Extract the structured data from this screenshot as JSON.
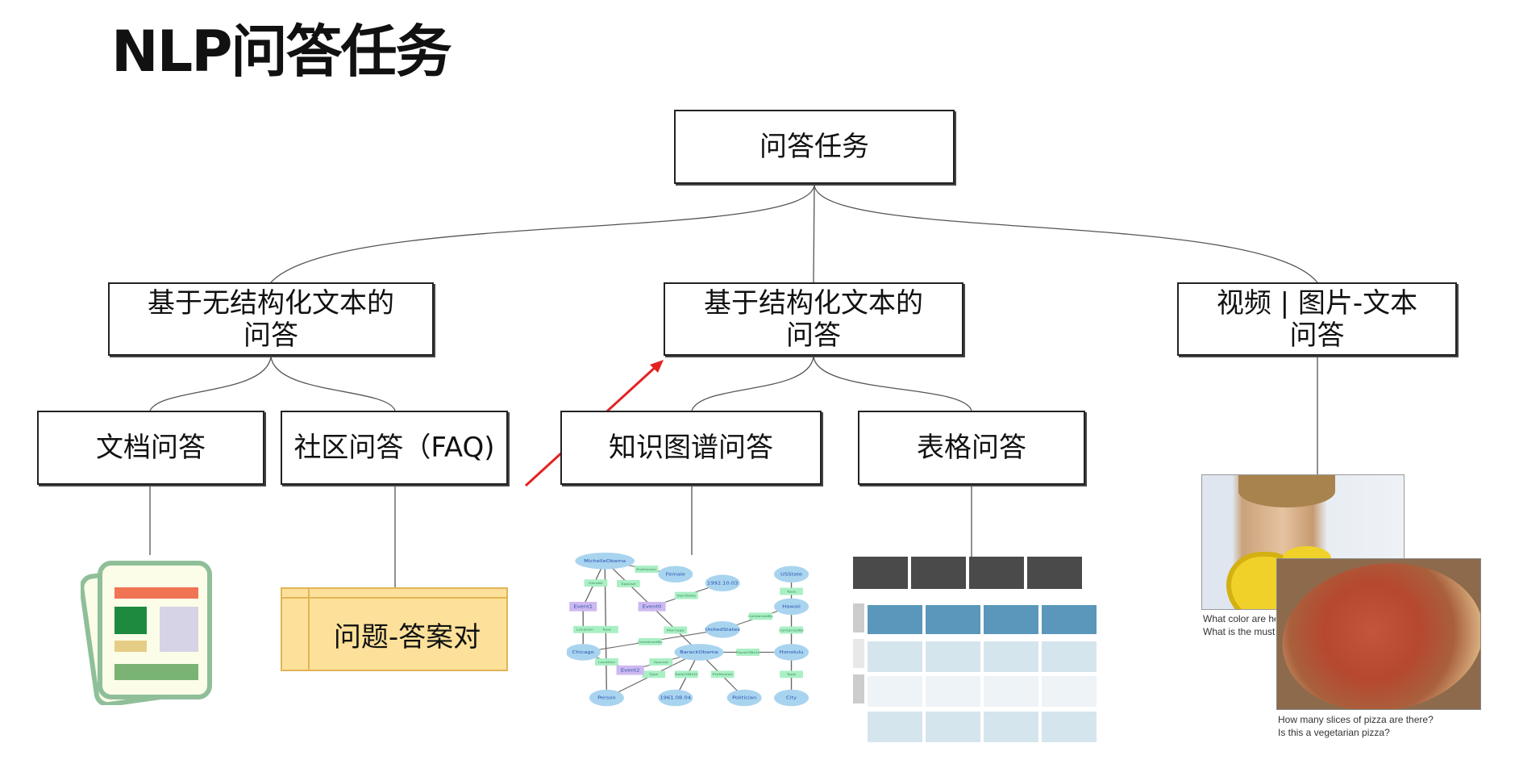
{
  "title": "NLP问答任务",
  "tree": {
    "root": "问答任务",
    "level2": [
      {
        "line1": "基于无结构化文本的",
        "line2": "问答"
      },
      {
        "line1": "基于结构化文本的",
        "line2": "问答"
      },
      {
        "line1": "视频 | 图片-文本",
        "line2": "问答"
      }
    ],
    "level3": [
      "文档问答",
      "社区问答（FAQ)",
      "知识图谱问答",
      "表格问答"
    ]
  },
  "faq_card": "问题-答案对",
  "colors": {
    "arrow": "#e32222",
    "faq_fill": "#fde19a",
    "doc_border": "#8fbf98",
    "table_header": "#4a4a4a",
    "table_blue": "#5a97bb"
  },
  "graph": {
    "nodes": [
      "MichelleObama",
      "Female",
      "1992.10.03",
      "USState",
      "Hawaii",
      "UnitedStates",
      "Chicago",
      "BarackObama",
      "Honolulu",
      "Person",
      "1961.08.04",
      "Politician",
      "City"
    ],
    "events": [
      "Event1",
      "Event0",
      "Event2"
    ],
    "edges": [
      "Gender",
      "Profession",
      "Spouse",
      "StartDate",
      "Type",
      "Location",
      "Type",
      "ContainedBy",
      "ContainedBy",
      "Marriage",
      "ContainedBy",
      "PlaceOfBirth",
      "Location",
      "Spouse",
      "Type",
      "DateOfBirth",
      "Profession",
      "Type"
    ]
  },
  "vqa": {
    "photo1_caption": [
      "What color are her eyes?",
      "What is the mustache made of?"
    ],
    "photo2_caption": [
      "How many slices of pizza are there?",
      "Is this a vegetarian pizza?"
    ]
  }
}
